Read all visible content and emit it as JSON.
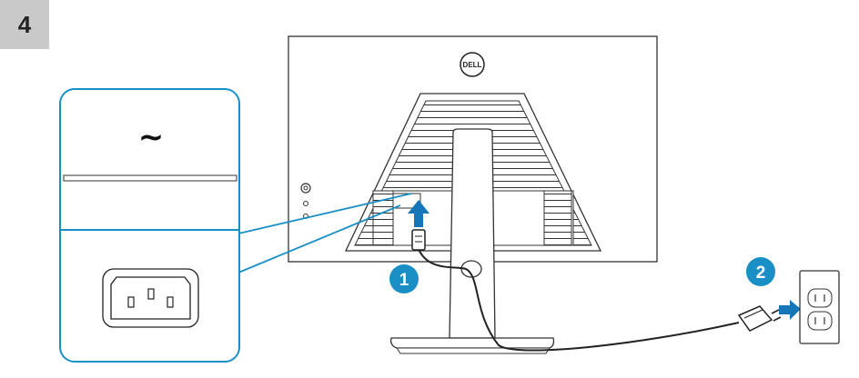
{
  "step": {
    "number": "4"
  },
  "callouts": {
    "power_port": "1",
    "wall_outlet": "2"
  },
  "port_panel": {
    "ac_symbol": "~"
  },
  "monitor": {
    "logo": "DELL"
  },
  "colors": {
    "accent": "#1a8fc6",
    "arrow": "#1577b8",
    "line": "#222222",
    "step_bg": "#c9c9c9"
  },
  "icons": [
    "ac-tilde-icon",
    "iec-c14-socket-icon",
    "up-arrow-icon",
    "right-arrow-icon",
    "power-plug-icon",
    "wall-outlet-icon",
    "dell-logo-icon"
  ]
}
